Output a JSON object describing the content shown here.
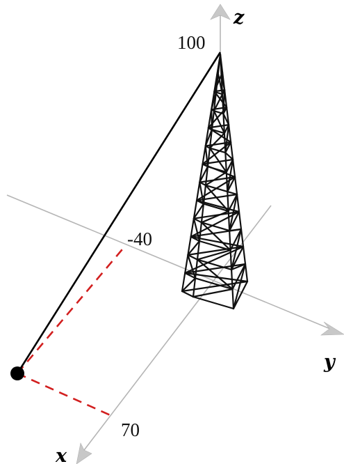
{
  "diagram": {
    "axes": {
      "x": {
        "name": "x"
      },
      "y": {
        "name": "y"
      },
      "z": {
        "name": "z"
      }
    },
    "tick_labels": {
      "z_top": "100",
      "y_coord": "-40",
      "x_coord": "70"
    },
    "colors": {
      "axis": "#b5b5b5",
      "arrowhead": "#c8c8c8",
      "cable": "#000000",
      "tower": "#111111",
      "projection": "#d21f1f",
      "anchor": "#000000"
    },
    "tower": {
      "style": "lattice",
      "lattice_levels": 12
    }
  }
}
